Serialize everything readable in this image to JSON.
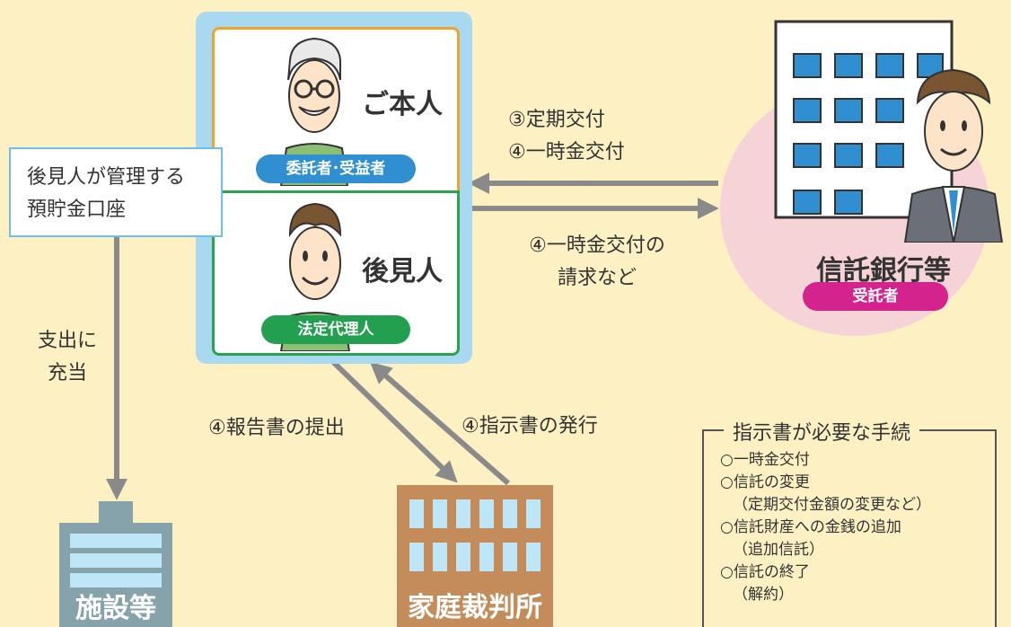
{
  "principal": {
    "name": "ご本人",
    "role": "委託者･受益者"
  },
  "guardian": {
    "name": "後見人",
    "role": "法定代理人"
  },
  "account": {
    "lines": [
      "後見人が管理する",
      "預貯金口座"
    ]
  },
  "bank": {
    "name": "信託銀行等",
    "role": "受託者"
  },
  "facility": {
    "name": "施設等"
  },
  "court": {
    "name": "家庭裁判所"
  },
  "flows": {
    "bank_to_principal": [
      "③定期交付",
      "④一時金交付"
    ],
    "guardian_to_bank": [
      "④一時金交付の",
      "請求など"
    ],
    "account_to_facility": [
      "支出に",
      "充当"
    ],
    "guardian_to_court": "④報告書の提出",
    "court_to_guardian": "④指示書の発行"
  },
  "notes": {
    "title": "指示書が必要な手続",
    "items": [
      "○一時金交付",
      "○信託の変更",
      "（定期交付金額の変更など）",
      "○信託財産への金銭の追加",
      "（追加信託）",
      "○信託の終了",
      "（解約）"
    ]
  },
  "colors": {
    "background": "#fdf1c4",
    "panel": "#a9d9f1",
    "principal_border": "#f0a22a",
    "guardian_border": "#2ba24c",
    "principal_badge": "#2f8fd0",
    "guardian_badge": "#22a050",
    "bank_badge": "#d4238c",
    "bank_circle": "#f6d3d7",
    "arrow": "#8a8a8a",
    "building": "#c48c5a"
  }
}
